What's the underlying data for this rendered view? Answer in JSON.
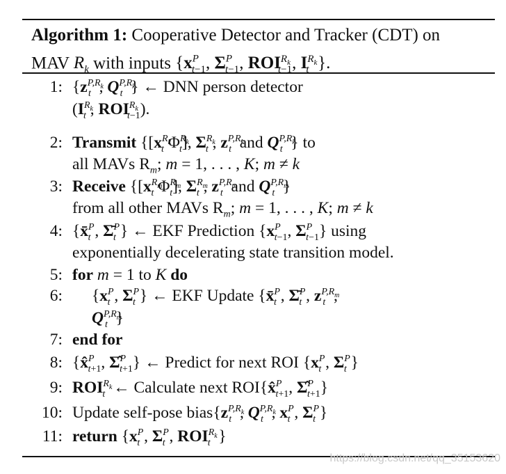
{
  "caption": {
    "label": "Algorithm 1:",
    "text1": "Cooperative Detector and Tracker (CDT) on",
    "text2_pre": "MAV",
    "text2_mid": "with inputs",
    "robot": "R",
    "robot_sub": "k"
  },
  "lines": [
    {
      "num": "1:",
      "row1": "{z_t^{P,R_k}, Q_t^{P,R_k}} ← DNN person detector",
      "row2": "(I_t^{R_k}, ROI_{t−1}^{R_k})."
    },
    {
      "num": "2:",
      "kw": "Transmit",
      "row1": "{[x_t^{R_k} Φ_t^{R_k}], Σ_t^{R_k}, z_t^{P,R_k} and Q_t^{P,R_k}} to",
      "row2": "all MAVs R_m; m = 1, . . . , K; m ≠ k"
    },
    {
      "num": "3:",
      "kw": "Receive",
      "row1": "{[x_t^{R_m} Φ_t^{R_m}], Σ_t^{R_m}, z_t^{P,R_m} and Q_t^{P,R_m}}",
      "row2": "from all other MAVs R_m; m = 1, . . . , K; m ≠ k"
    },
    {
      "num": "4:",
      "row1": "{x̄_t^P, Σ̄_t^P} ← EKF Prediction {x_{t−1}^P, Σ_{t−1}^P} using",
      "row2": "exponentially decelerating state transition model."
    },
    {
      "num": "5:",
      "row1": "for m = 1 to K do"
    },
    {
      "num": "6:",
      "row1": "{x_t^P, Σ_t^P} ← EKF Update {x̄_t^P, Σ̄_t^P, z_t^{P,R_m},",
      "row2": "Q_t^{P,R_m}}"
    },
    {
      "num": "7:",
      "row1": "end for"
    },
    {
      "num": "8:",
      "row1": "{x̂_{t+1}^P, Σ̂_{t+1}^P} ← Predict for next ROI {x_t^P, Σ_t^P}"
    },
    {
      "num": "9:",
      "row1": "ROI_t^{R_k} ← Calculate next ROI{x̂_{t+1}^P, Σ̂_{t+1}^P}"
    },
    {
      "num": "10:",
      "row1": "Update self-pose bias{z_t^{P,R_k}, Q_t^{P,R_k}, x_t^P, Σ_t^P}"
    },
    {
      "num": "11:",
      "kw": "return",
      "row1": "{x_t^P, Σ_t^P, ROI_t^{R_k}}"
    }
  ],
  "text": {
    "dnn": "← DNN person detector",
    "to": "to",
    "and": "and",
    "all_mavs": "all MAVs",
    "from_all": "from all other MAVs",
    "ekf_pred": "← EKF Prediction",
    "using": "using",
    "model": "exponentially decelerating state transition model.",
    "for": "for",
    "to_kw": "to",
    "do": "do",
    "ekf_update": "← EKF Update",
    "end_for": "end for",
    "predict_next": "← Predict for next ROI",
    "calc_next": "← Calculate next ROI",
    "update_bias": "Update self-pose bias",
    "return": "return",
    "transmit": "Transmit",
    "receive": "Receive",
    "m_range": "m = 1, . . . , K; m ≠ k"
  },
  "watermark": "https://blog.csdn.net/qq_35153620"
}
